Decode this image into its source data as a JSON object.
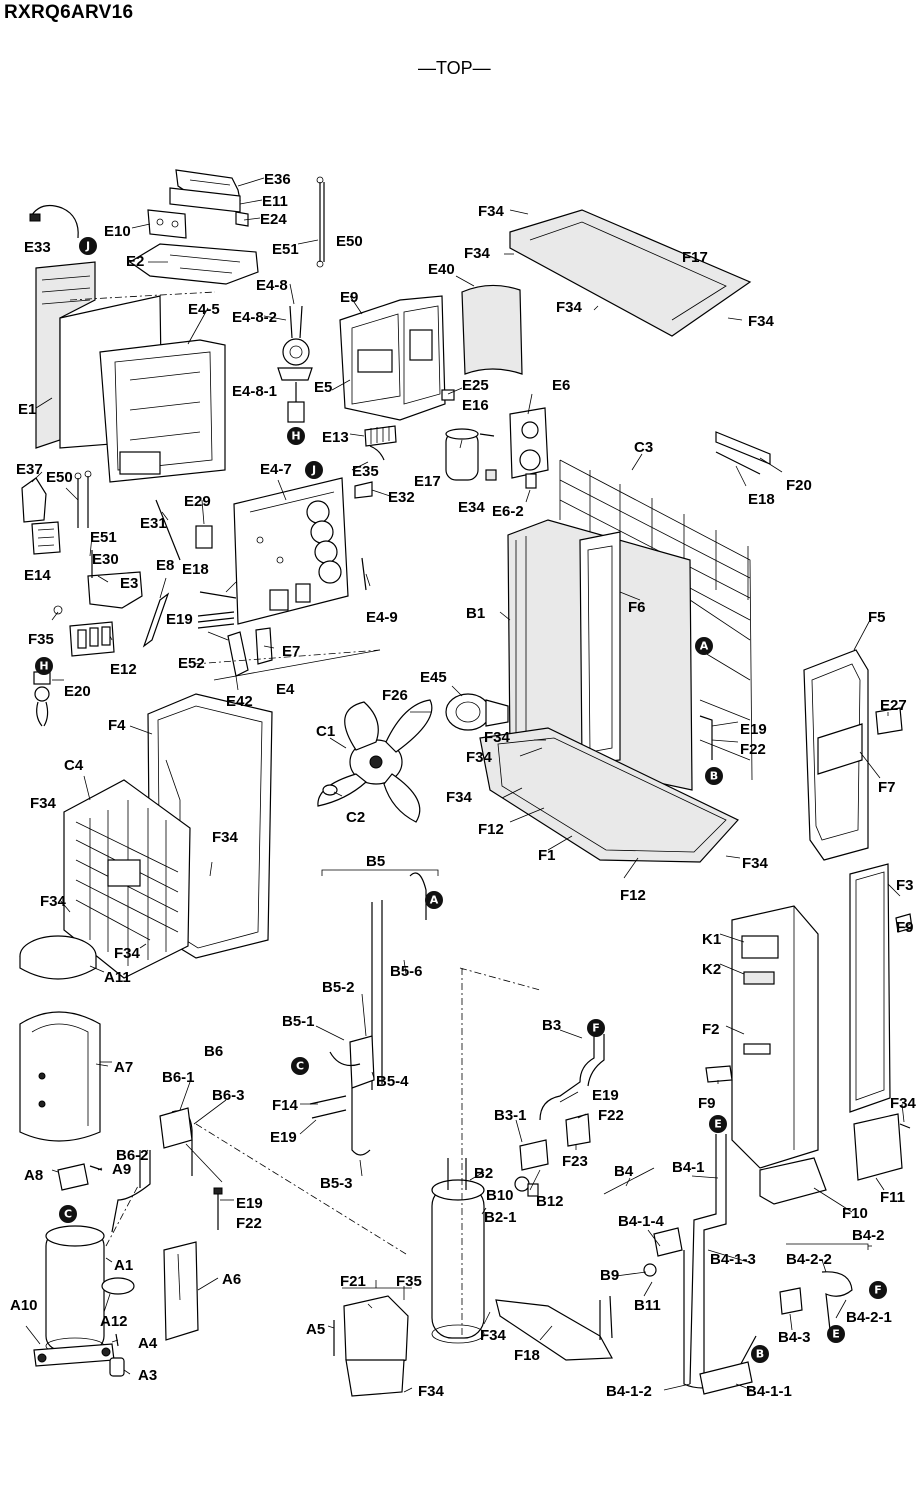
{
  "header": {
    "model": "RXRQ6ARV16",
    "view": "—TOP—"
  },
  "labels": {
    "E36": "E36",
    "E11": "E11",
    "E24": "E24",
    "E10": "E10",
    "E33": "E33",
    "E2": "E2",
    "E51a": "E51",
    "E50a": "E50",
    "E4_8": "E4-8",
    "E4_8_2": "E4-8-2",
    "E4_8_1": "E4-8-1",
    "E4_5": "E4-5",
    "E1": "E1",
    "E9": "E9",
    "E5": "E5",
    "E40": "E40",
    "E25": "E25",
    "E16": "E16",
    "E13": "E13",
    "E35": "E35",
    "E17": "E17",
    "E32": "E32",
    "E34": "E34",
    "E6": "E6",
    "E6_2": "E6-2",
    "E37": "E37",
    "E50b": "E50",
    "E51b": "E51",
    "E14": "E14",
    "E31": "E31",
    "E29": "E29",
    "E4_7": "E4-7",
    "E30": "E30",
    "E3": "E3",
    "E8": "E8",
    "E18a": "E18",
    "E19a": "E19",
    "E4_9": "E4-9",
    "F35a": "F35",
    "E12": "E12",
    "E52": "E52",
    "E7": "E7",
    "E42": "E42",
    "E4": "E4",
    "E20": "E20",
    "E45": "E45",
    "F26": "F26",
    "C1": "C1",
    "C2": "C2",
    "F4": "F4",
    "C4": "C4",
    "F34_1": "F34",
    "F34_2": "F34",
    "F34_3": "F34",
    "F34_4": "F34",
    "F34_5": "F34",
    "F34_6": "F34",
    "F34_7": "F34",
    "F34_8": "F34",
    "F34_9": "F34",
    "F34_10": "F34",
    "F34_11": "F34",
    "F34_12": "F34",
    "F34_13": "F34",
    "F34_14": "F34",
    "F17": "F17",
    "C3": "C3",
    "F20": "F20",
    "E18b": "E18",
    "B1": "B1",
    "F6": "F6",
    "F5": "F5",
    "E27": "E27",
    "E19b": "E19",
    "F22a": "F22",
    "F7": "F7",
    "F12a": "F12",
    "F1": "F1",
    "F12b": "F12",
    "B5": "B5",
    "B5_6": "B5-6",
    "B5_2": "B5-2",
    "B5_1": "B5-1",
    "B5_4": "B5-4",
    "F14": "F14",
    "E19c": "E19",
    "B5_3": "B5-3",
    "A11": "A11",
    "A7": "A7",
    "B6": "B6",
    "B6_1": "B6-1",
    "B6_3": "B6-3",
    "B6_2": "B6-2",
    "A8": "A8",
    "A9": "A9",
    "E19d": "E19",
    "F22b": "F22",
    "A1": "A1",
    "A6": "A6",
    "A10": "A10",
    "A12": "A12",
    "A4": "A4",
    "A3": "A3",
    "B3": "B3",
    "E19e": "E19",
    "F22c": "F22",
    "B3_1": "B3-1",
    "F23": "F23",
    "B2": "B2",
    "B10": "B10",
    "B12": "B12",
    "B2_1": "B2-1",
    "F21": "F21",
    "F35b": "F35",
    "A5": "A5",
    "F18": "F18",
    "K1": "K1",
    "K2": "K2",
    "F2": "F2",
    "F3": "F3",
    "F9a": "F9",
    "F9b": "F9",
    "F11": "F11",
    "F10": "F10",
    "B4": "B4",
    "B4_1": "B4-1",
    "B4_1_4": "B4-1-4",
    "B4_1_3": "B4-1-3",
    "B9": "B9",
    "B11": "B11",
    "B4_2": "B4-2",
    "B4_2_2": "B4-2-2",
    "B4_2_1": "B4-2-1",
    "B4_3": "B4-3",
    "B4_1_2": "B4-1-2",
    "B4_1_1": "B4-1-1"
  },
  "connectors": [
    "A",
    "B",
    "C",
    "E",
    "F",
    "H",
    "J"
  ]
}
